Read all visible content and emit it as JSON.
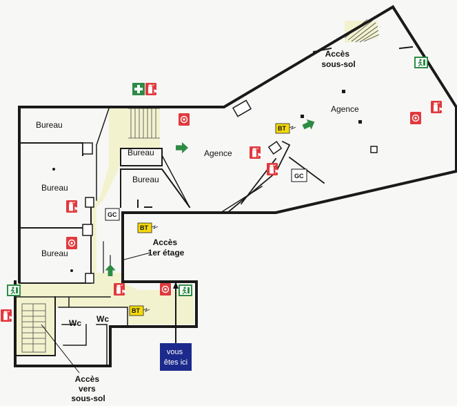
{
  "rooms": {
    "bureau_1": "Bureau",
    "bureau_2": "Bureau",
    "bureau_3": "Bureau",
    "bureau_4": "Bureau",
    "bureau_5": "Bureau",
    "agence_1": "Agence",
    "agence_2": "Agence",
    "wc_1": "Wc",
    "wc_2": "Wc"
  },
  "labels": {
    "acces_sous_sol_top": [
      "Accès",
      "sous-sol"
    ],
    "acces_1er_etage": [
      "Accès",
      "1er étage"
    ],
    "acces_vers_sous_sol": [
      "Accès",
      "vers",
      "sous-sol"
    ]
  },
  "codes": {
    "gc_a": "GC",
    "gc_b": "GC",
    "bt_a": "BT",
    "bt_b": "BT",
    "bt_c": "BT"
  },
  "you_are_here": [
    "vous",
    "êtes ici"
  ],
  "icons": {
    "fire_extinguisher": "fire-extinguisher-icon",
    "fire_alarm": "fire-alarm-icon",
    "first_aid": "first-aid-icon",
    "emergency_exit": "emergency-exit-icon",
    "direction_arrow": "direction-arrow-icon"
  },
  "colors": {
    "circulation": "#f2f2cf",
    "wall": "#1a1a1a",
    "fire_red": "#e03a3e",
    "safety_green": "#2e8b45",
    "bt_yellow": "#f5d90a",
    "here_blue": "#1b2a8c"
  }
}
